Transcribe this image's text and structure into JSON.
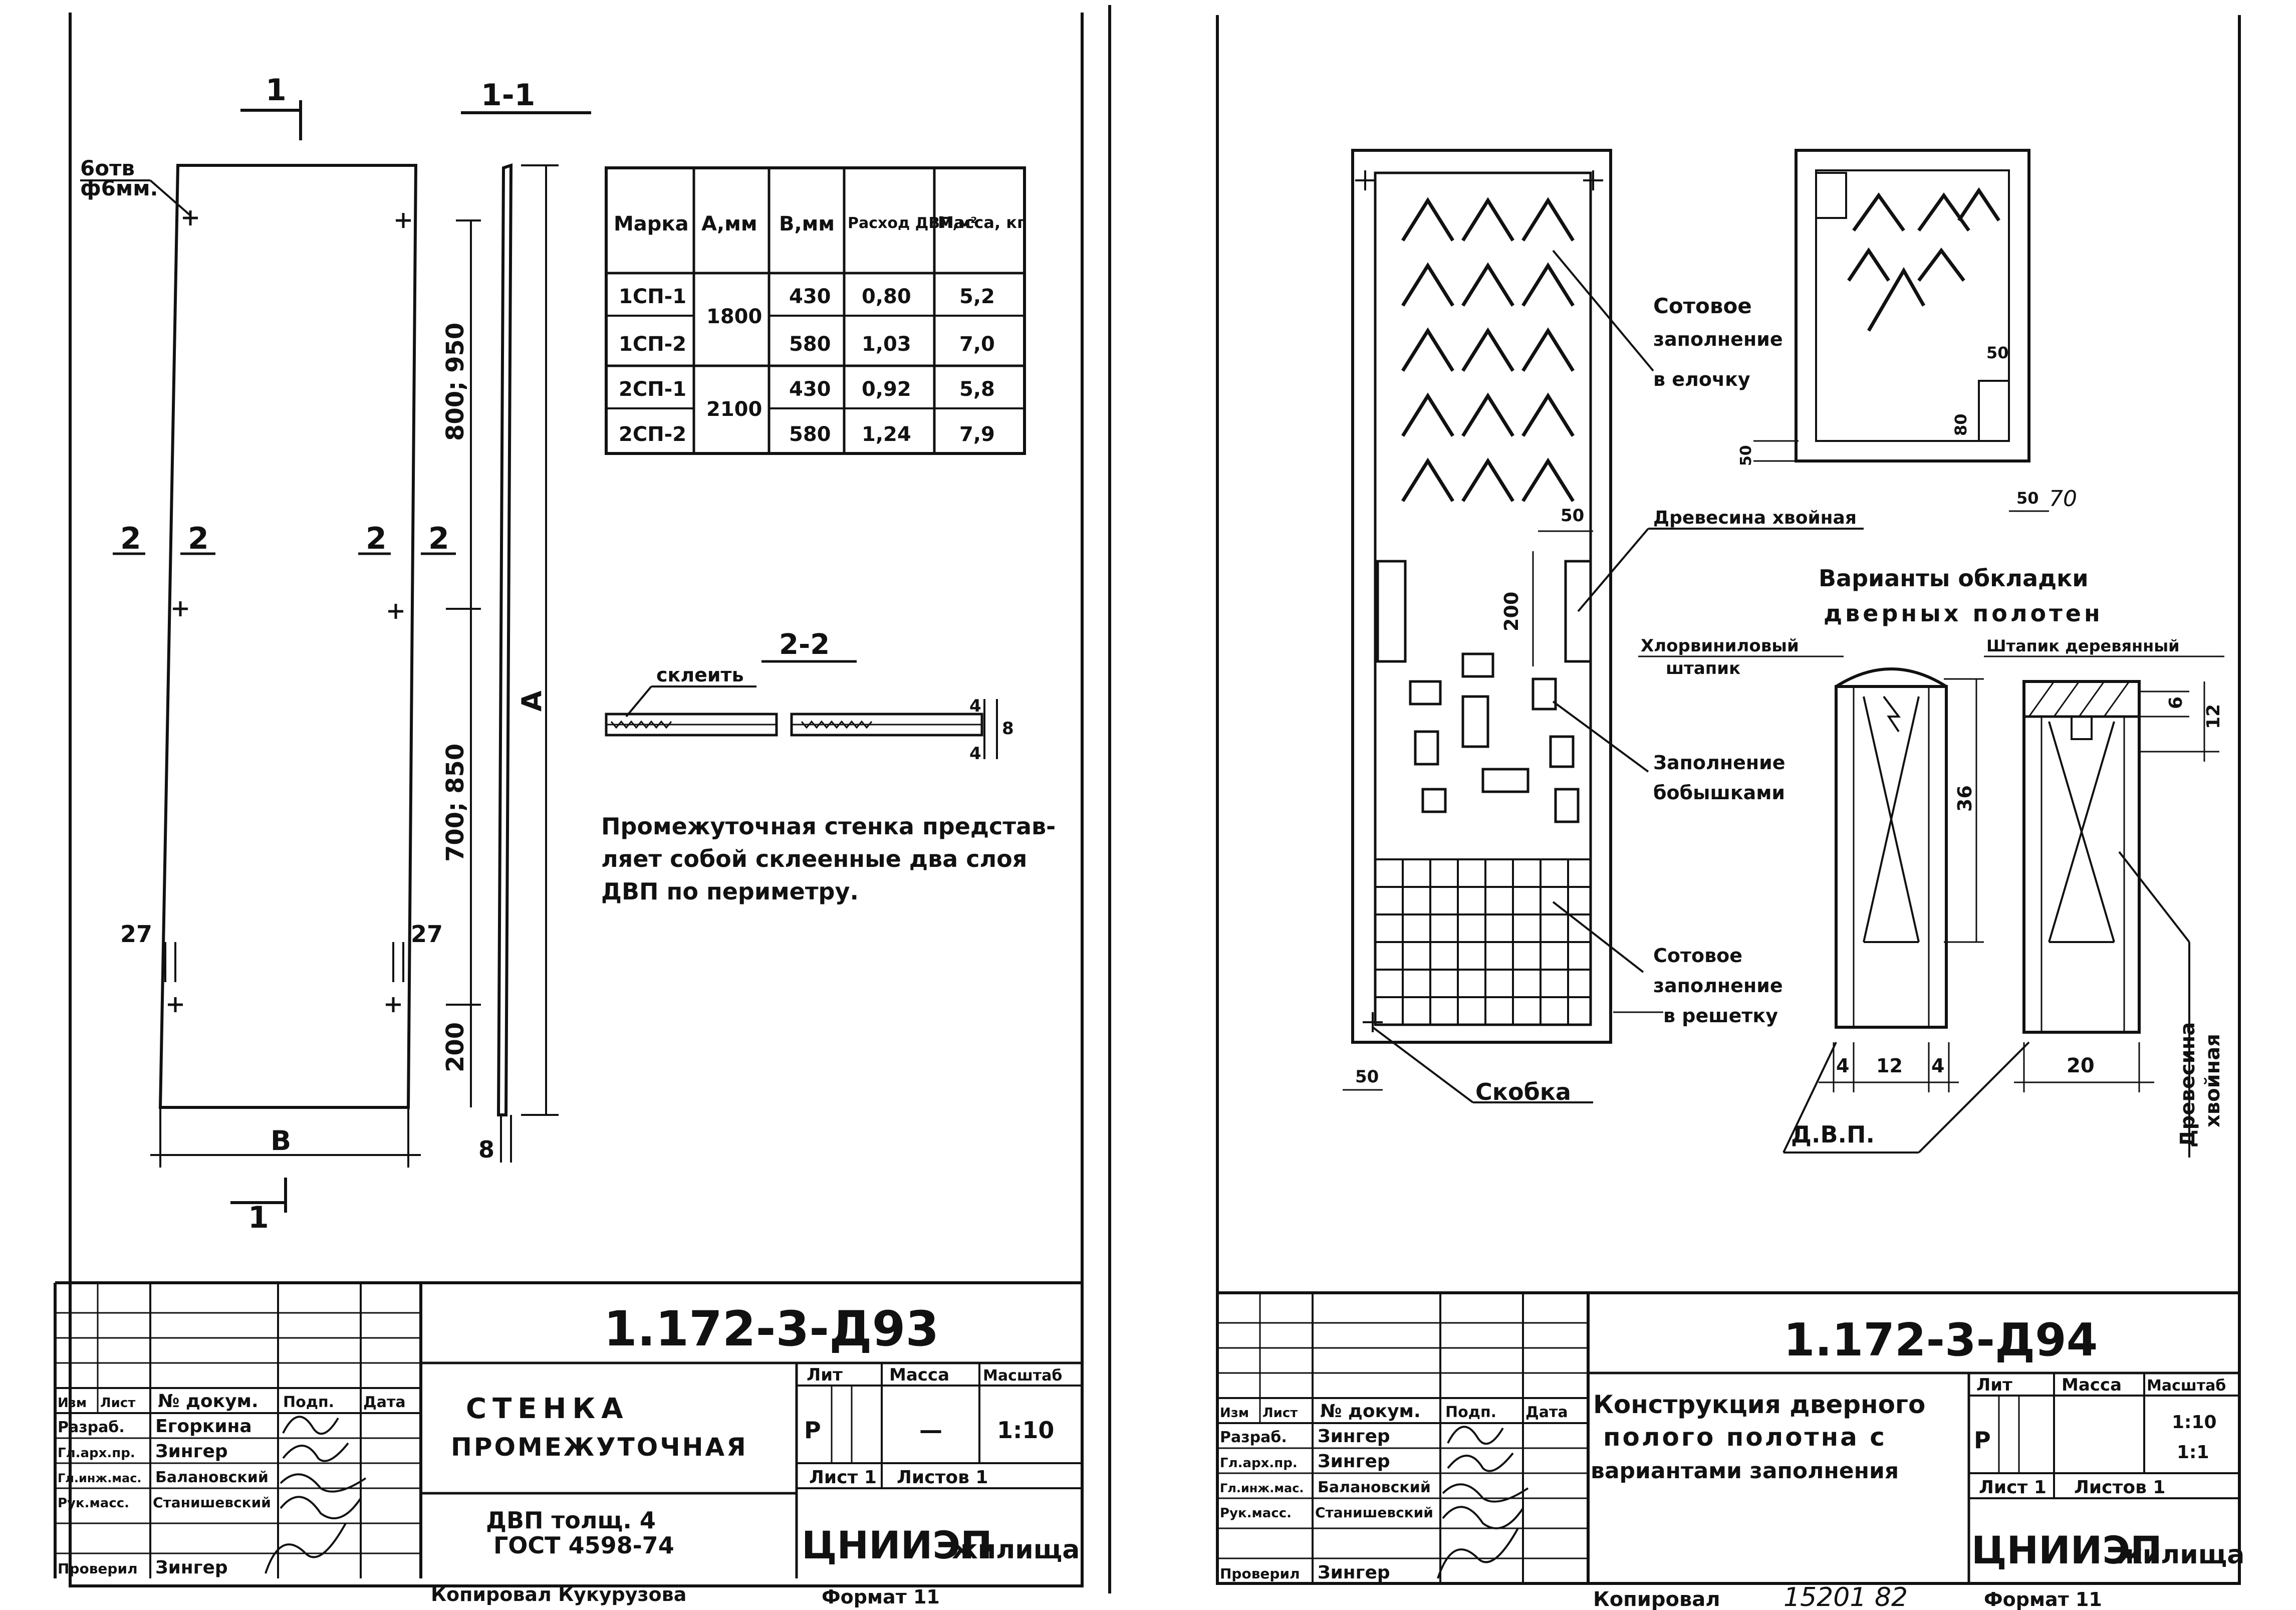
{
  "left": {
    "section_top": "1",
    "section_bottom": "1",
    "section_title": "1-1",
    "holes_note_1": "6отв",
    "holes_note_2": "ф6мм.",
    "mark_2": "2",
    "dim_800_950": "800; 950",
    "dim_700_850": "700; 850",
    "dim_200": "200",
    "dim_27": "27",
    "dim_B": "В",
    "dim_A": "А",
    "dim_8": "8",
    "table": {
      "headers": [
        "Марка",
        "А,мм",
        "В,мм",
        "Расход ДВП,м²",
        "Масса, кг"
      ],
      "rows": [
        [
          "1СП-1",
          "1800",
          "430",
          "0,80",
          "5,2"
        ],
        [
          "1СП-2",
          "",
          "580",
          "1,03",
          "7,0"
        ],
        [
          "2СП-1",
          "2100",
          "430",
          "0,92",
          "5,8"
        ],
        [
          "2СП-2",
          "",
          "580",
          "1,24",
          "7,9"
        ]
      ]
    },
    "section_22": "2-2",
    "glue_label": "склеить",
    "dim_4": "4",
    "dim_8b": "8",
    "note_line1": "Промежуточная стенка представ-",
    "note_line2": "ляет собой склеенные два слоя",
    "note_line3": "ДВП по периметру.",
    "stamp": {
      "code": "1.172-3-Д93",
      "title_line1": "СТЕНКА",
      "title_line2": "ПРОМЕЖУТОЧНАЯ",
      "material_line1": "ДВП толщ. 4",
      "material_line2": "ГОСТ 4598-74",
      "col_izm": "Изм",
      "col_list": "Лист",
      "col_doc": "№ докум.",
      "col_podp": "Подп.",
      "col_data": "Дата",
      "razrab": "Разраб.",
      "razrab_name": "Егоркина",
      "gl_arh": "Гл.арх.пр.",
      "gl_arh_name": "Зингер",
      "gl_inzh": "Гл.инж.мас.",
      "gl_inzh_name": "Балановский",
      "ruk": "Рук.масс.",
      "ruk_name": "Станишевский",
      "prov": "Проверил",
      "prov_name": "Зингер",
      "lit": "Лит",
      "massa": "Масса",
      "masshtab": "Масштаб",
      "lit_val": "Р",
      "massa_val": "—",
      "scale_val": "1:10",
      "sheet": "Лист 1",
      "sheets": "Листов 1",
      "org": "ЦНИИЭП",
      "org2": "жилища",
      "copied": "Копировал Кукурузова",
      "format": "Формат 11"
    }
  },
  "right": {
    "honeycomb_herring_1": "Сотовое",
    "honeycomb_herring_2": "заполнение",
    "honeycomb_herring_3": "в елочку",
    "softwood": "Древесина хвойная",
    "dim_50": "50",
    "dim_200": "200",
    "dim_80": "80",
    "dim_50b": "50",
    "dim_50c": "50",
    "dim_50d": "50",
    "dim_70": "70",
    "bobyshki_1": "Заполнение",
    "bobyshki_2": "бобышками",
    "grid_1": "Сотовое",
    "grid_2": "заполнение",
    "grid_3": "в решетку",
    "skoba": "Скобка",
    "variants_1": "Варианты обкладки",
    "variants_2": "дверных полотен",
    "pvc_1": "Хлорвиниловый",
    "pvc_2": "штапик",
    "wood_strip": "Штапик деревянный",
    "dim_6": "6",
    "dim_12": "12",
    "dim_36": "36",
    "dim_4a": "4",
    "dim_12b": "12",
    "dim_4b": "4",
    "dim_20": "20",
    "dvp": "Д.В.П.",
    "softwood_v1": "Древесина",
    "softwood_v2": "хвойная",
    "stamp": {
      "code": "1.172-3-Д94",
      "title_line1": "Конструкция дверного",
      "title_line2": "полого полотна с",
      "title_line3": "вариантами заполнения",
      "col_izm": "Изм",
      "col_list": "Лист",
      "col_doc": "№ докум.",
      "col_podp": "Подп.",
      "col_data": "Дата",
      "razrab": "Разраб.",
      "razrab_name": "Зингер",
      "gl_arh": "Гл.арх.пр.",
      "gl_arh_name": "Зингер",
      "gl_inzh": "Гл.инж.мас.",
      "gl_inzh_name": "Балановский",
      "ruk": "Рук.масс.",
      "ruk_name": "Станишевский",
      "prov": "Проверил",
      "prov_name": "Зингер",
      "lit": "Лит",
      "massa": "Масса",
      "masshtab": "Масштаб",
      "lit_val": "Р",
      "scale_val1": "1:10",
      "scale_val2": "1:1",
      "sheet": "Лист 1",
      "sheets": "Листов 1",
      "org": "ЦНИИЭП",
      "org2": "жилища",
      "copied": "Копировал",
      "copied_num": "15201 82",
      "format": "Формат 11"
    }
  }
}
